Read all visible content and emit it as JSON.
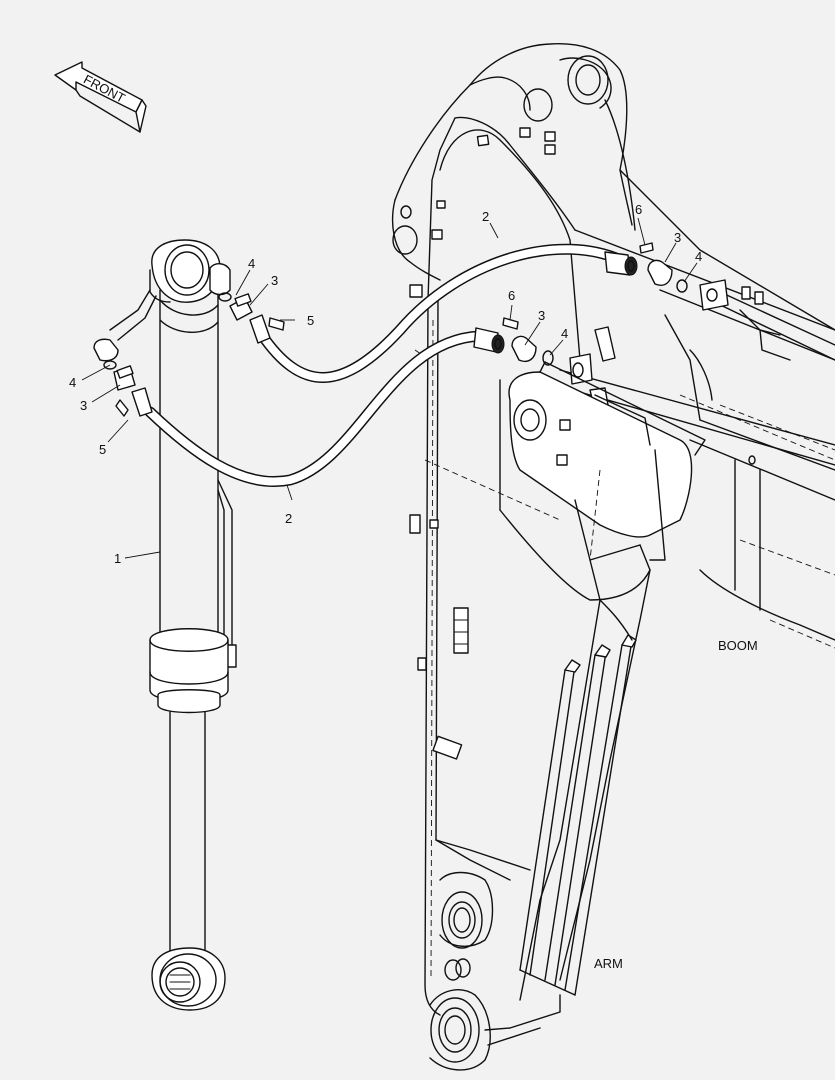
{
  "direction_indicator": {
    "label": "FRONT"
  },
  "assembly_labels": {
    "boom": "BOOM",
    "arm": "ARM"
  },
  "callouts": {
    "c1": "1",
    "c2_upper": "2",
    "c2_lower": "2",
    "c3_left": "3",
    "c3_mid_left": "3",
    "c3_center": "3",
    "c3_right": "3",
    "c4_left": "4",
    "c4_mid_left": "4",
    "c4_center": "4",
    "c4_right": "4",
    "c5_left": "5",
    "c5_mid": "5",
    "c6_center": "6",
    "c6_right": "6"
  }
}
